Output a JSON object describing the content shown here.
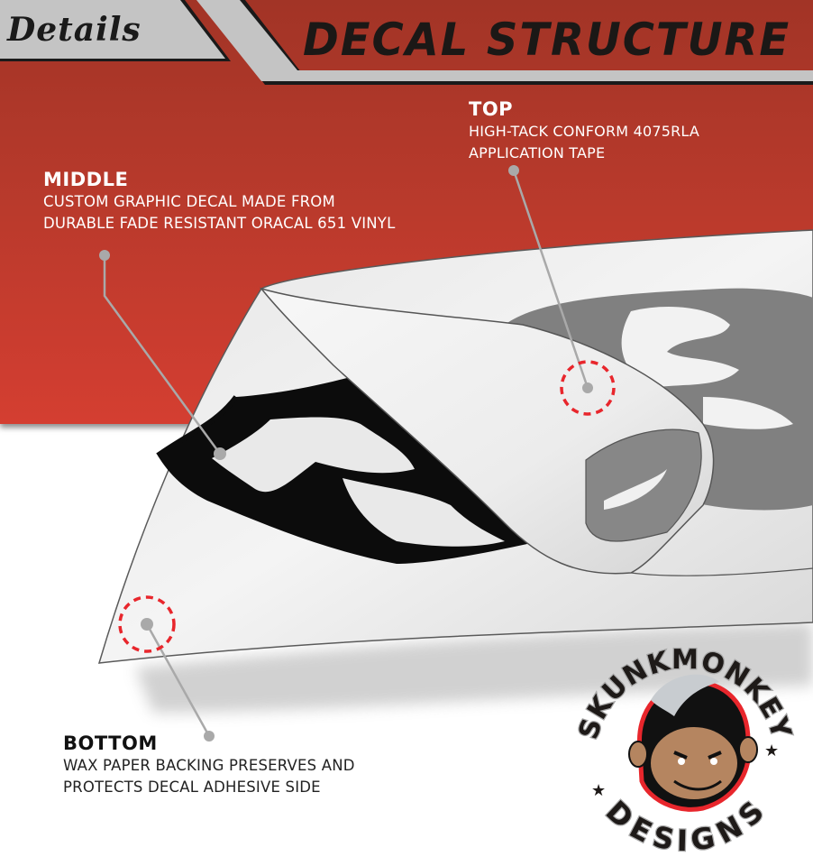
{
  "header": {
    "tag_label": "Details",
    "title": "DECAL STRUCTURE"
  },
  "callouts": {
    "top": {
      "heading": "TOP",
      "line1": "HIGH-TACK CONFORM 4075RLA",
      "line2": "APPLICATION TAPE"
    },
    "middle": {
      "heading": "MIDDLE",
      "line1": "CUSTOM GRAPHIC DECAL MADE FROM",
      "line2": "DURABLE FADE RESISTANT ORACAL 651 VINYL"
    },
    "bottom": {
      "heading": "BOTTOM",
      "line1": "WAX PAPER BACKING PRESERVES AND",
      "line2": "PROTECTS DECAL ADHESIVE SIDE"
    }
  },
  "logo": {
    "top_text": "SKUNKMONKEY",
    "bottom_text": "DESIGNS",
    "icon": "monkey-mascot-icon"
  },
  "colors": {
    "header_red": "#a33526",
    "lower_red": "#d43e31",
    "band_gray": "#c4c4c4",
    "title_black": "#1b1816",
    "marker_red": "#e8262c",
    "pointer_gray": "#a9a9a9",
    "decal_gray": "#808080"
  }
}
